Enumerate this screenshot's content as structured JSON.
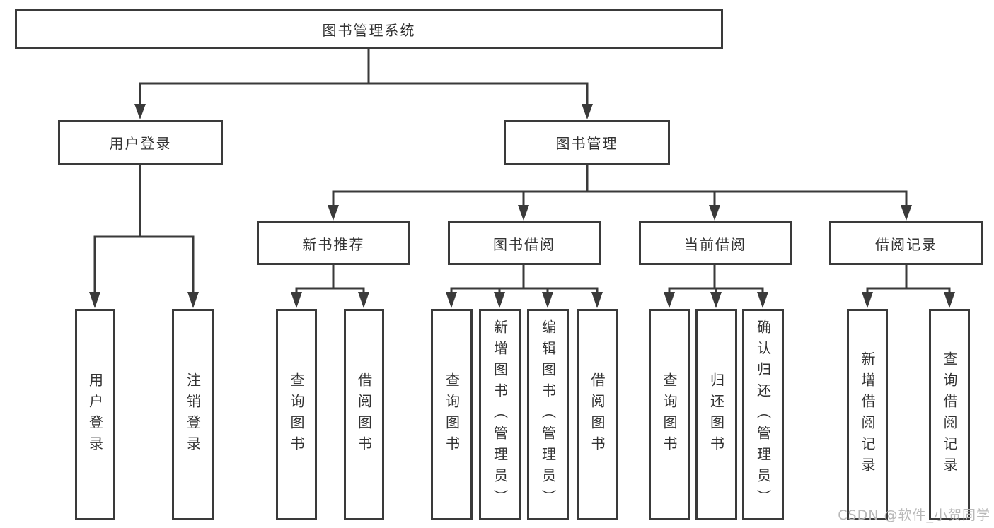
{
  "tree": {
    "label": "图书管理系统",
    "children": [
      {
        "label": "用户登录",
        "children": [
          {
            "label": "用户登录"
          },
          {
            "label": "注销登录"
          }
        ]
      },
      {
        "label": "图书管理",
        "children": [
          {
            "label": "新书推荐",
            "children": [
              {
                "label": "查询图书"
              },
              {
                "label": "借阅图书"
              }
            ]
          },
          {
            "label": "图书借阅",
            "children": [
              {
                "label": "查询图书"
              },
              {
                "label": "新增图书（管理员）"
              },
              {
                "label": "编辑图书（管理员）"
              },
              {
                "label": "借阅图书"
              }
            ]
          },
          {
            "label": "当前借阅",
            "children": [
              {
                "label": "查询图书"
              },
              {
                "label": "归还图书"
              },
              {
                "label": "确认归还（管理员）"
              }
            ]
          },
          {
            "label": "借阅记录",
            "children": [
              {
                "label": "新增借阅记录"
              },
              {
                "label": "查询借阅记录"
              }
            ]
          }
        ]
      }
    ]
  },
  "watermark": {
    "text": "CSDN @软件_小贺同学"
  },
  "colors": {
    "background": "#ffffff",
    "box_border": "#3a3a3a",
    "connector_line": "#3a3a3a",
    "text": "#333333",
    "watermark_text": "#b8b8b8"
  }
}
